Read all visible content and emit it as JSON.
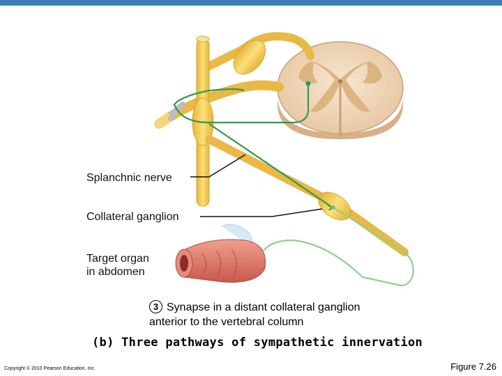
{
  "labels": {
    "splanchnic_nerve": "Splanchnic nerve",
    "collateral_ganglion": "Collateral ganglion",
    "target_organ_line1": "Target organ",
    "target_organ_line2": "in abdomen"
  },
  "step": {
    "number": "3",
    "line1": "Synapse in a distant collateral ganglion",
    "line2": "anterior to the vertebral column"
  },
  "caption": "(b) Three pathways of sympathetic innervation",
  "footer": {
    "copyright": "Copyright © 2010 Pearson Education, Inc.",
    "figure": "Figure 7.26"
  },
  "colors": {
    "nerve": "#f2c94c",
    "nerve_dark": "#d9a62c",
    "spinal_cord": "#f3dcc0",
    "gray_matter": "#d9b07a",
    "preganglionic": "#2e9a4e",
    "postganglionic": "#8fd18a",
    "intestine": "#e07a6e",
    "accent_bar": "#3b7fb6"
  }
}
